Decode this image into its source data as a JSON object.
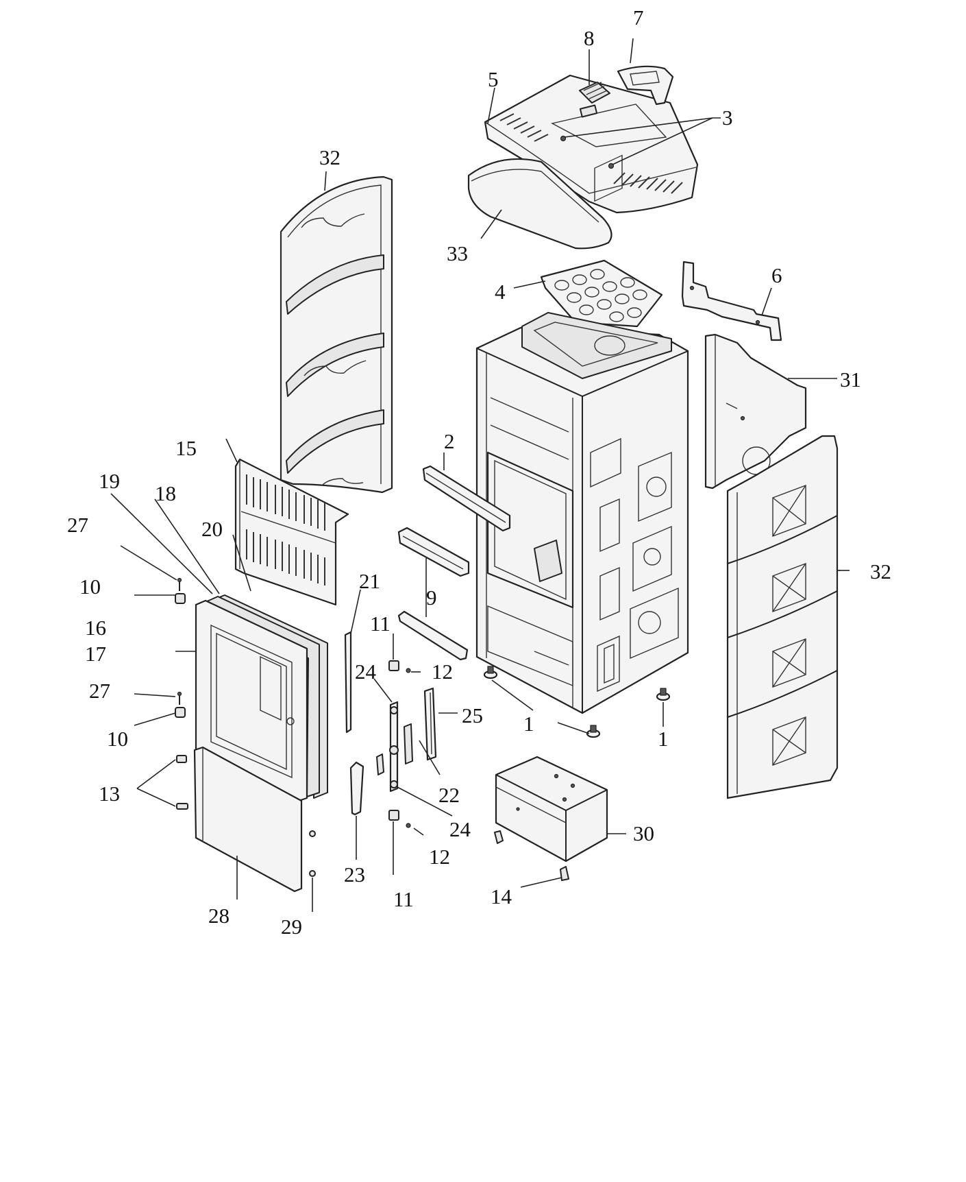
{
  "callouts": [
    {
      "id": "c1a",
      "text": "1"
    },
    {
      "id": "c1b",
      "text": "1"
    },
    {
      "id": "c2",
      "text": "2"
    },
    {
      "id": "c3",
      "text": "3"
    },
    {
      "id": "c4",
      "text": "4"
    },
    {
      "id": "c5",
      "text": "5"
    },
    {
      "id": "c6",
      "text": "6"
    },
    {
      "id": "c7",
      "text": "7"
    },
    {
      "id": "c8",
      "text": "8"
    },
    {
      "id": "c9",
      "text": "9"
    },
    {
      "id": "c10a",
      "text": "10"
    },
    {
      "id": "c10b",
      "text": "10"
    },
    {
      "id": "c11a",
      "text": "11"
    },
    {
      "id": "c11b",
      "text": "11"
    },
    {
      "id": "c12a",
      "text": "12"
    },
    {
      "id": "c12b",
      "text": "12"
    },
    {
      "id": "c13",
      "text": "13"
    },
    {
      "id": "c14",
      "text": "14"
    },
    {
      "id": "c15",
      "text": "15"
    },
    {
      "id": "c16",
      "text": "16"
    },
    {
      "id": "c17",
      "text": "17"
    },
    {
      "id": "c18",
      "text": "18"
    },
    {
      "id": "c19",
      "text": "19"
    },
    {
      "id": "c20",
      "text": "20"
    },
    {
      "id": "c21",
      "text": "21"
    },
    {
      "id": "c22",
      "text": "22"
    },
    {
      "id": "c23",
      "text": "23"
    },
    {
      "id": "c24a",
      "text": "24"
    },
    {
      "id": "c24b",
      "text": "24"
    },
    {
      "id": "c25",
      "text": "25"
    },
    {
      "id": "c27a",
      "text": "27"
    },
    {
      "id": "c27b",
      "text": "27"
    },
    {
      "id": "c28",
      "text": "28"
    },
    {
      "id": "c29",
      "text": "29"
    },
    {
      "id": "c30",
      "text": "30"
    },
    {
      "id": "c31",
      "text": "31"
    },
    {
      "id": "c32a",
      "text": "32"
    },
    {
      "id": "c32b",
      "text": "32"
    },
    {
      "id": "c33",
      "text": "33"
    }
  ]
}
